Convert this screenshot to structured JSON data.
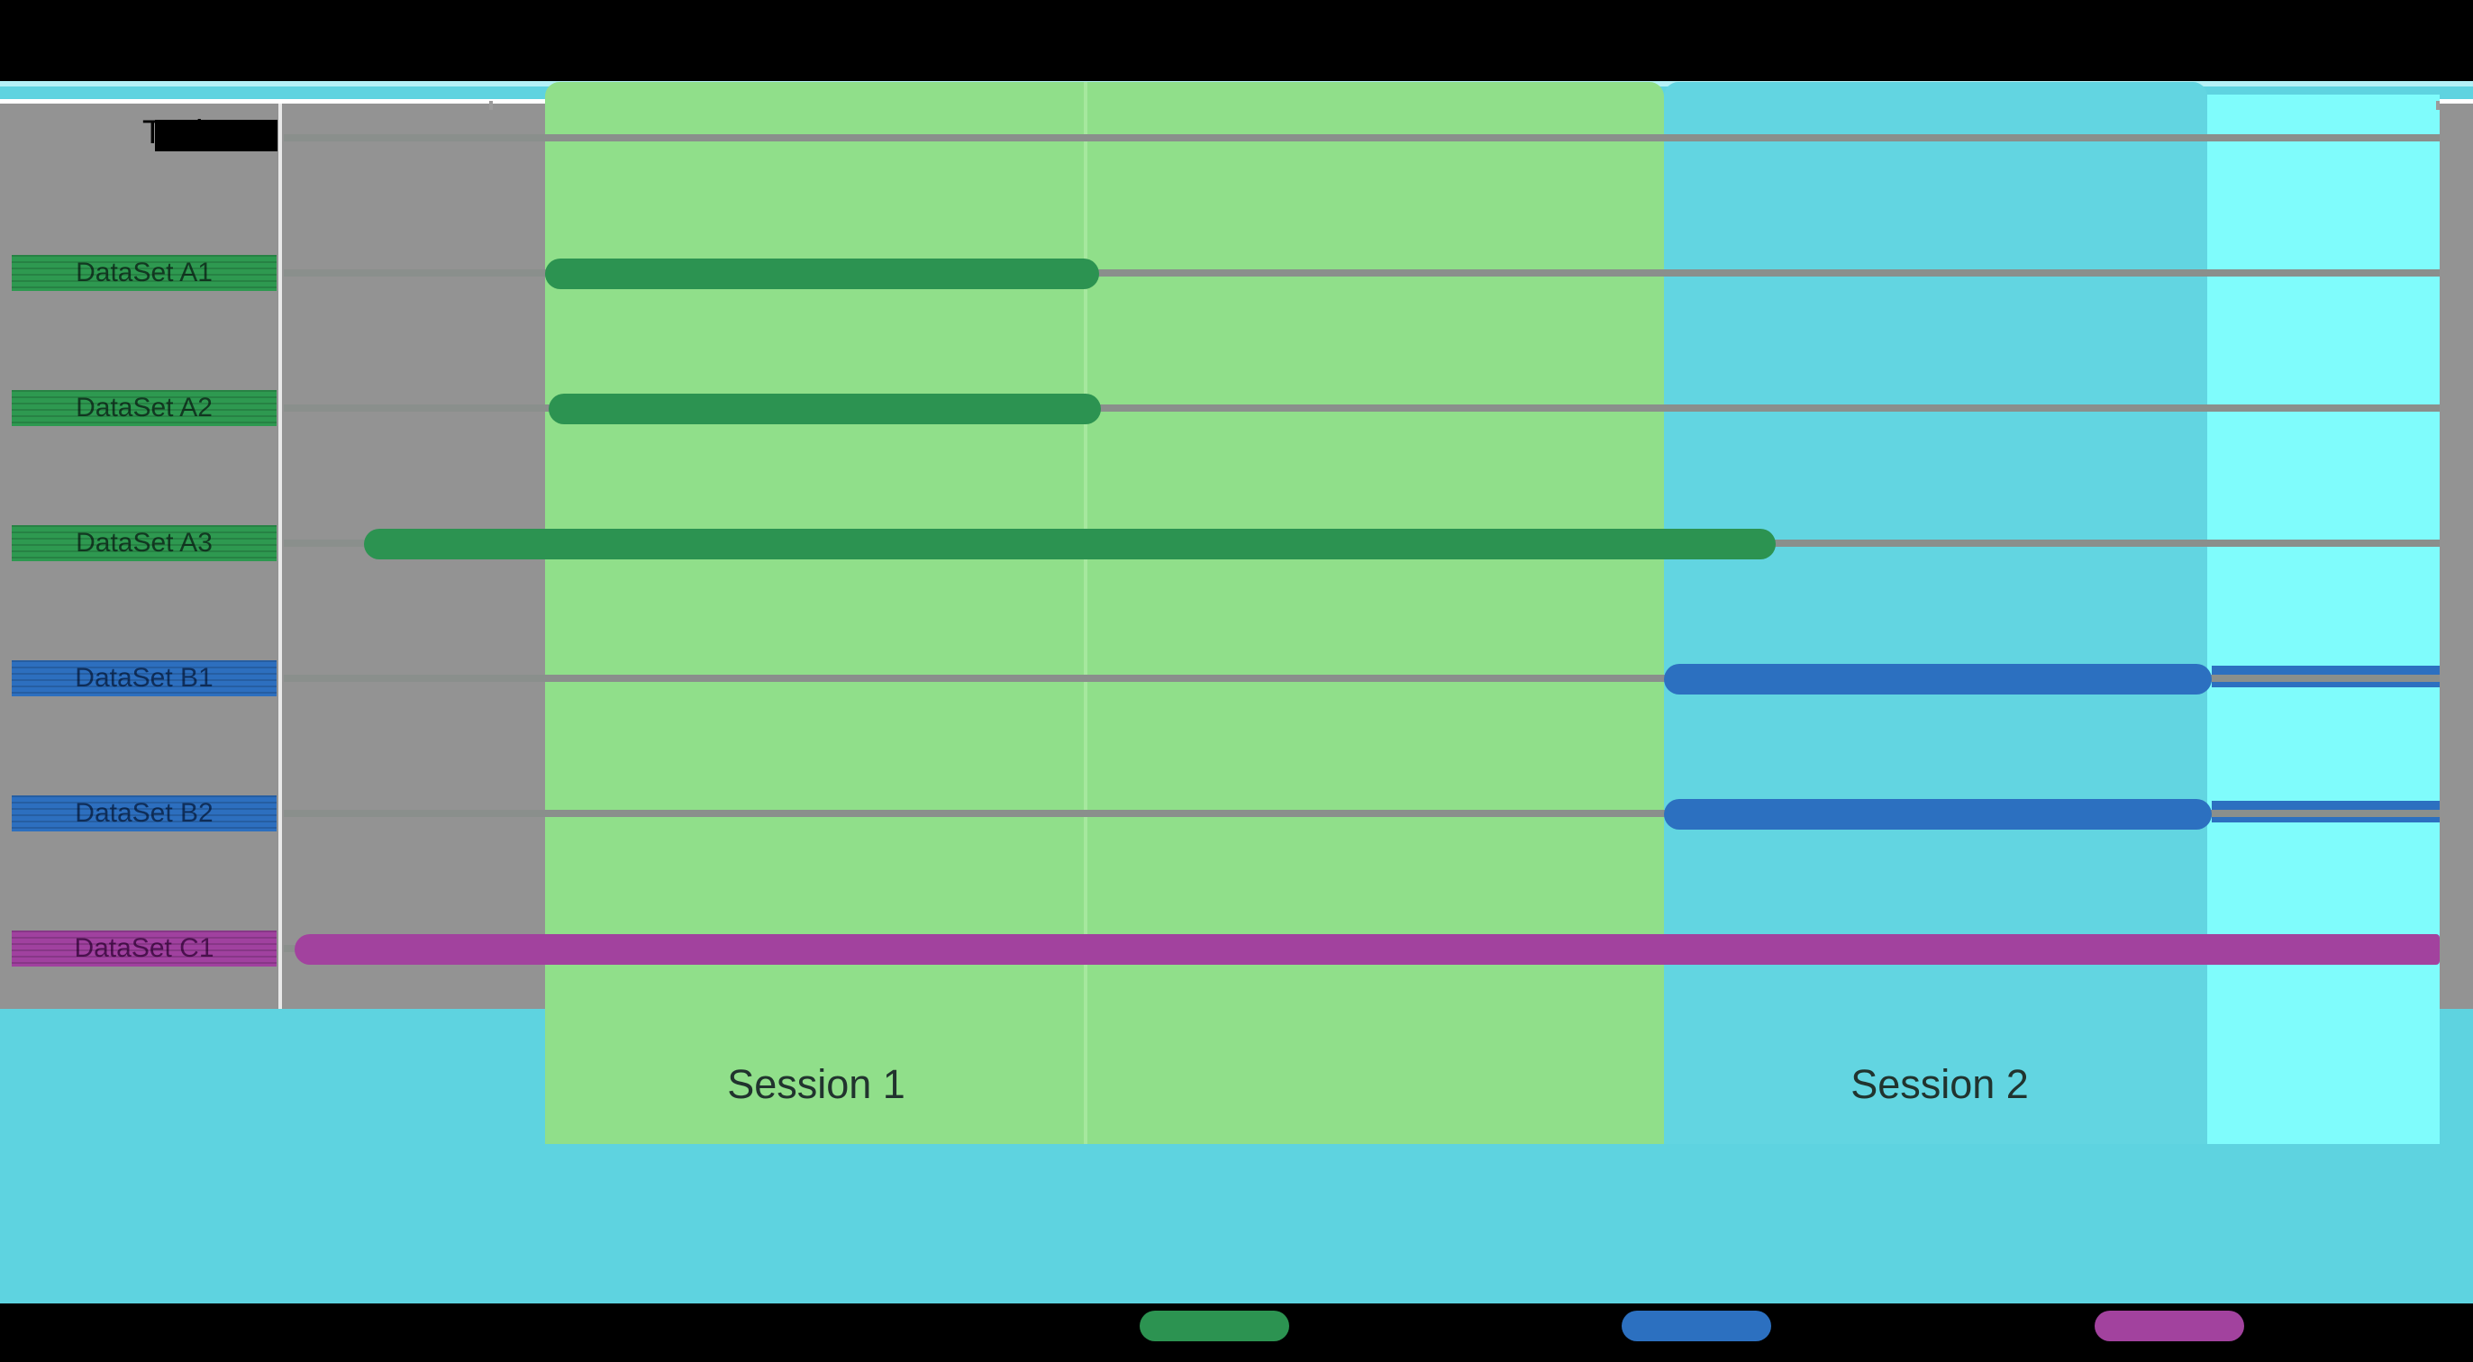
{
  "header": {
    "column_title": "Task"
  },
  "rows": [
    {
      "label": "DataSet A1",
      "group": "A",
      "color": "#2c9351"
    },
    {
      "label": "DataSet A2",
      "group": "A",
      "color": "#2c9351"
    },
    {
      "label": "DataSet A3",
      "group": "A",
      "color": "#2c9351"
    },
    {
      "label": "DataSet B1",
      "group": "B",
      "color": "#2c70c0"
    },
    {
      "label": "DataSet B2",
      "group": "B",
      "color": "#2c70c0"
    },
    {
      "label": "DataSet C1",
      "group": "C",
      "color": "#a2429e"
    }
  ],
  "sessions": {
    "session1_label": "Session 1",
    "session2_label": "Session 2"
  },
  "legend": [
    {
      "label": "",
      "color": "#2c9351"
    },
    {
      "label": "",
      "color": "#2c70c0"
    },
    {
      "label": "",
      "color": "#a2429e"
    }
  ],
  "colors": {
    "plot_background": "#939393",
    "session1_band": "#90df8a",
    "session2_band": "#62d5e1",
    "bright_cyan_band": "#7ffcfc",
    "chrome_strip": "#5ed3e0",
    "row_line": "#8a8f8c",
    "page_background": "#000000"
  },
  "chart_data": {
    "type": "gantt",
    "title": "Task",
    "x_axis": {
      "tick_labels_visible": false,
      "range_pct": [
        0,
        100
      ]
    },
    "grid": true,
    "legend_position": "bottom",
    "tasks": [
      {
        "name": "DataSet A1",
        "series": "A",
        "start_pct": 11.9,
        "end_pct": 37.2
      },
      {
        "name": "DataSet A2",
        "series": "A",
        "start_pct": 12.1,
        "end_pct": 37.3
      },
      {
        "name": "DataSet A3",
        "series": "A",
        "start_pct": 3.7,
        "end_pct": 68.1
      },
      {
        "name": "DataSet B1",
        "series": "B",
        "start_pct": 63.0,
        "end_pct": 88.1
      },
      {
        "name": "DataSet B2",
        "series": "B",
        "start_pct": 63.0,
        "end_pct": 88.1
      },
      {
        "name": "DataSet C1",
        "series": "C",
        "start_pct": 0.5,
        "end_pct": 98.5
      }
    ],
    "session_bands": [
      {
        "label": "Session 1",
        "start_pct": 11.9,
        "end_pct": 36.6,
        "color": "#90df8a"
      },
      {
        "label": "",
        "start_pct": 36.6,
        "end_pct": 63.0,
        "color": "#90df8a"
      },
      {
        "label": "Session 2",
        "start_pct": 63.0,
        "end_pct": 87.9,
        "color": "#62d5e1"
      },
      {
        "label": "",
        "start_pct": 87.9,
        "end_pct": 98.5,
        "color": "#7ffcfc"
      }
    ],
    "series_legend": [
      {
        "name": "",
        "color": "#2c9351"
      },
      {
        "name": "",
        "color": "#2c70c0"
      },
      {
        "name": "",
        "color": "#a2429e"
      }
    ]
  }
}
